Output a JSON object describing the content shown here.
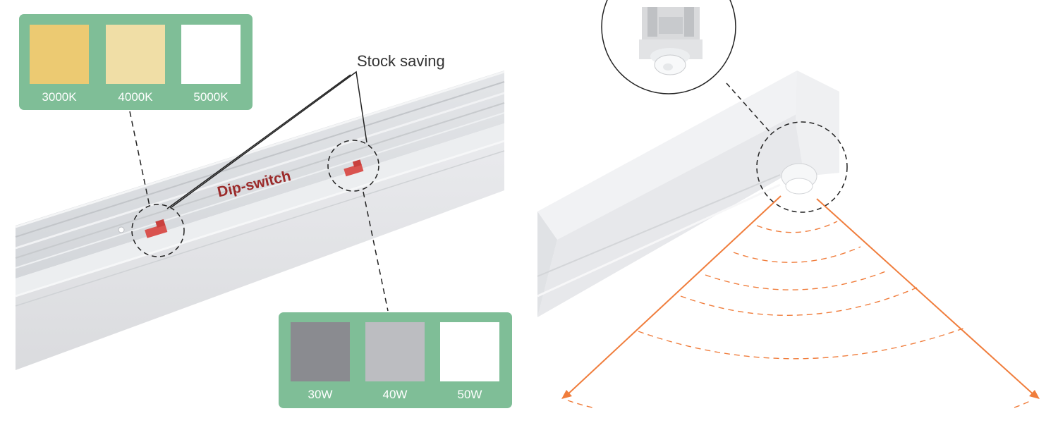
{
  "labels": {
    "callout": "Stock saving",
    "dip_switch": "Dip-switch"
  },
  "color_temperature": {
    "options": [
      {
        "label": "3000K",
        "color": "#ecca72"
      },
      {
        "label": "4000K",
        "color": "#f0dea6"
      },
      {
        "label": "5000K",
        "color": "#ffffff"
      }
    ]
  },
  "wattage": {
    "options": [
      {
        "label": "30W",
        "color": "#8a8b90"
      },
      {
        "label": "40W",
        "color": "#bcbdc1"
      },
      {
        "label": "50W",
        "color": "#ffffff"
      }
    ]
  },
  "colors": {
    "panel": "#7fbe97",
    "switch": "#d9534f",
    "detection": "#f07d3c"
  }
}
